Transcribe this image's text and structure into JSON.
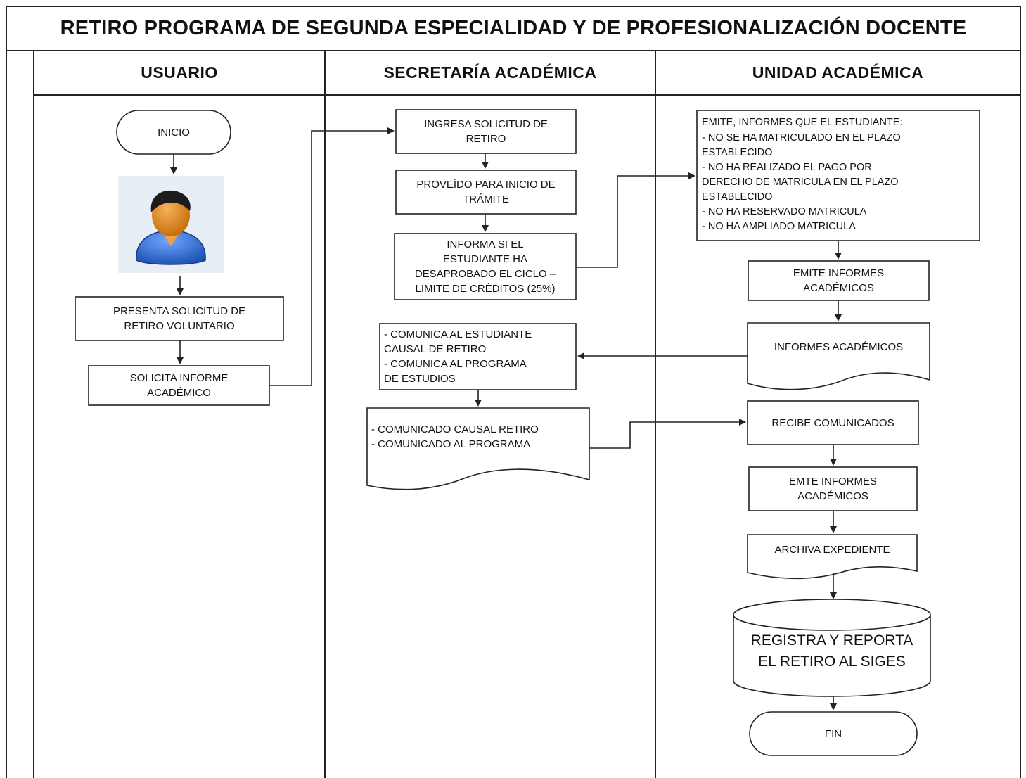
{
  "title": "RETIRO PROGRAMA DE SEGUNDA ESPECIALIDAD Y DE PROFESIONALIZACIÓN DOCENTE",
  "lanes": {
    "usuario": "USUARIO",
    "secretaria": "SECRETARÍA ACADÉMICA",
    "unidad": "UNIDAD ACADÉMICA"
  },
  "usuario": {
    "inicio": "INICIO",
    "presenta": "PRESENTA SOLICITUD DE\nRETIRO VOLUNTARIO",
    "solicita": "SOLICITA INFORME\nACADÉMICO"
  },
  "secretaria": {
    "ingresa": "INGRESA SOLICITUD DE\nRETIRO",
    "proveido": "PROVEÍDO PARA INICIO DE\nTRÁMITE",
    "informa": "INFORMA SI EL\nESTUDIANTE HA\nDESAPROBADO EL CICLO –\nLIMITE DE CRÉDITOS (25%)",
    "comunica": "- COMUNICA AL ESTUDIANTE\nCAUSAL DE RETIRO\n- COMUNICA AL PROGRAMA\nDE ESTUDIOS",
    "comunicado_doc": "- COMUNICADO  CAUSAL RETIRO\n- COMUNICADO AL PROGRAMA"
  },
  "unidad": {
    "emite_estudiante": "EMITE, INFORMES QUE EL ESTUDIANTE:\n- NO SE HA MATRICULADO EN EL PLAZO\nESTABLECIDO\n- NO HA REALIZADO EL PAGO POR\nDERECHO DE MATRICULA EN EL PLAZO\nESTABLECIDO\n- NO HA RESERVADO MATRICULA\n- NO HA AMPLIADO MATRICULA",
    "emite_informes": "EMITE INFORMES\nACADÉMICOS",
    "informes_doc": "INFORMES ACADÉMICOS",
    "recibe": "RECIBE COMUNICADOS",
    "emte_informes": "EMTE INFORMES\nACADÉMICOS",
    "archiva": "ARCHIVA EXPEDIENTE",
    "registra": "REGISTRA Y REPORTA\nEL RETIRO AL SIGES",
    "fin": "FIN"
  },
  "colors": {
    "line": "#222222",
    "avatar_shirt": "#2f6fd1",
    "avatar_skin": "#e08a1e",
    "avatar_hair": "#1c1c1c"
  },
  "icons": {
    "user": "user-avatar-icon"
  }
}
